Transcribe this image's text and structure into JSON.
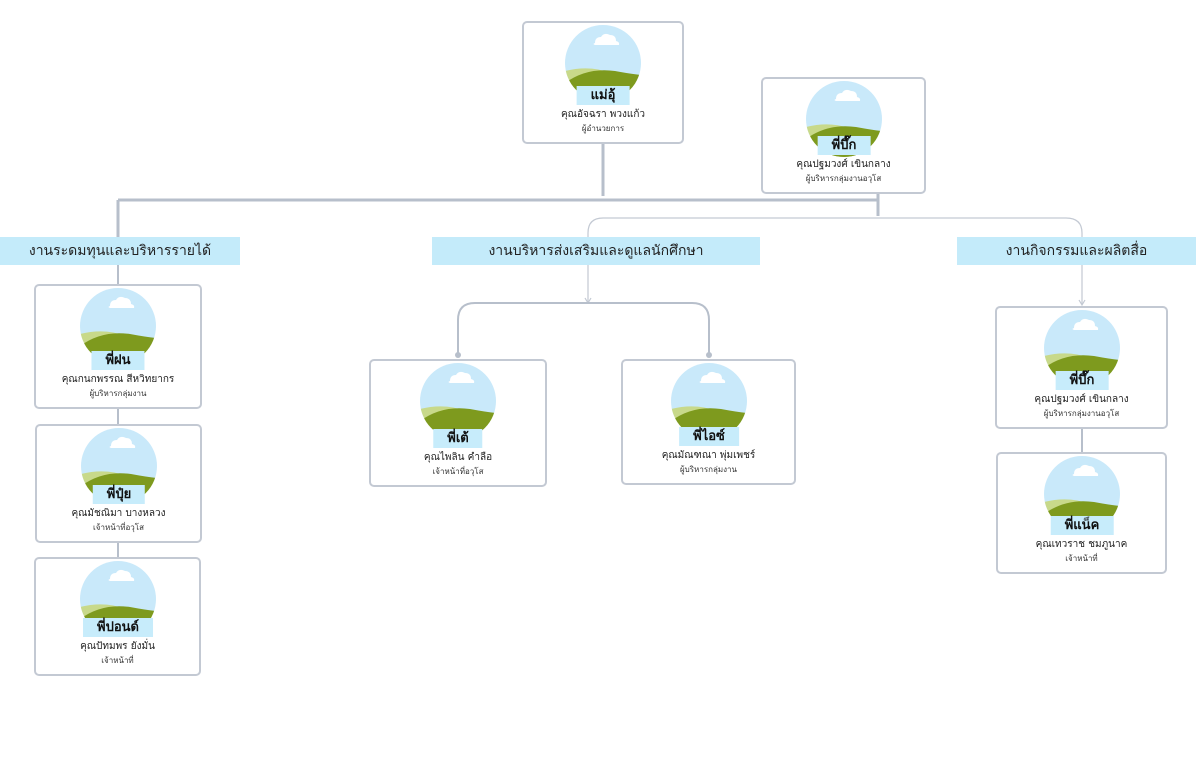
{
  "departments": [
    {
      "id": "finance",
      "label": "งานระดมทุนและบริหารรายได้"
    },
    {
      "id": "student",
      "label": "งานบริหารส่งเสริมและดูแลนักศึกษา"
    },
    {
      "id": "media",
      "label": "งานกิจกรรมและผลิตสื่อ"
    }
  ],
  "people": {
    "director": {
      "nick": "แม่อุ้",
      "name": "คุณอัจฉรา พวงแก้ว",
      "role": "ผู้อำนวยการ"
    },
    "advisor": {
      "nick": "พี่บึ๊ก",
      "name": "คุณปฐมวงศ์  เขินกลาง",
      "role": "ผู้บริหารกลุ่มงานอวุโส"
    },
    "fon": {
      "nick": "พี่ฝน",
      "name": "คุณกนกพรรณ  สีหวิทยากร",
      "role": "ผู้บริหารกลุ่มงาน"
    },
    "pui": {
      "nick": "พี่ปุ๋ย",
      "name": "คุณมัชณิมา  บางหลวง",
      "role": "เจ้าหน้าที่อวุโส"
    },
    "pond": {
      "nick": "พี่ปอนด์",
      "name": "คุณปัทมพร  ยังมั่น",
      "role": "เจ้าหน้าที่"
    },
    "tae": {
      "nick": "พี่เต้",
      "name": "คุณไพลิน  คำลือ",
      "role": "เจ้าหน้าที่อวุโส"
    },
    "ice": {
      "nick": "พี่ไอซ์",
      "name": "คุณมัณฑณา  พุ่มเพชร์",
      "role": "ผู้บริหารกลุ่มงาน"
    },
    "buek": {
      "nick": "พี่บึ๊ก",
      "name": "คุณปฐมวงศ์  เขินกลาง",
      "role": "ผู้บริหารกลุ่มงานอวุโส"
    },
    "nack": {
      "nick": "พี่แน็ค",
      "name": "คุณเทวราช  ชมภูนาค",
      "role": "เจ้าหน้าที่"
    }
  },
  "colors": {
    "sky": "#c9e9fa",
    "cloud": "#ffffff",
    "hill_light": "#c8d98a",
    "hill_dark": "#7e9a1e",
    "line": "#b7bfcb",
    "label_bg": "#c4ebfa"
  }
}
